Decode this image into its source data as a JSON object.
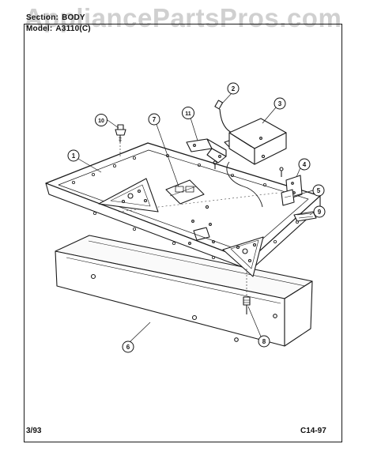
{
  "watermark": "AppliancePartsPros.com",
  "header": {
    "section_label": "Section:",
    "section_value": "BODY",
    "model_label": "Model:",
    "model_value": "A3110(C)"
  },
  "footer": {
    "date": "3/93",
    "page_code": "C14-97"
  },
  "callouts": [
    "1",
    "2",
    "3",
    "4",
    "5",
    "6",
    "7",
    "8",
    "9",
    "10",
    "11"
  ]
}
